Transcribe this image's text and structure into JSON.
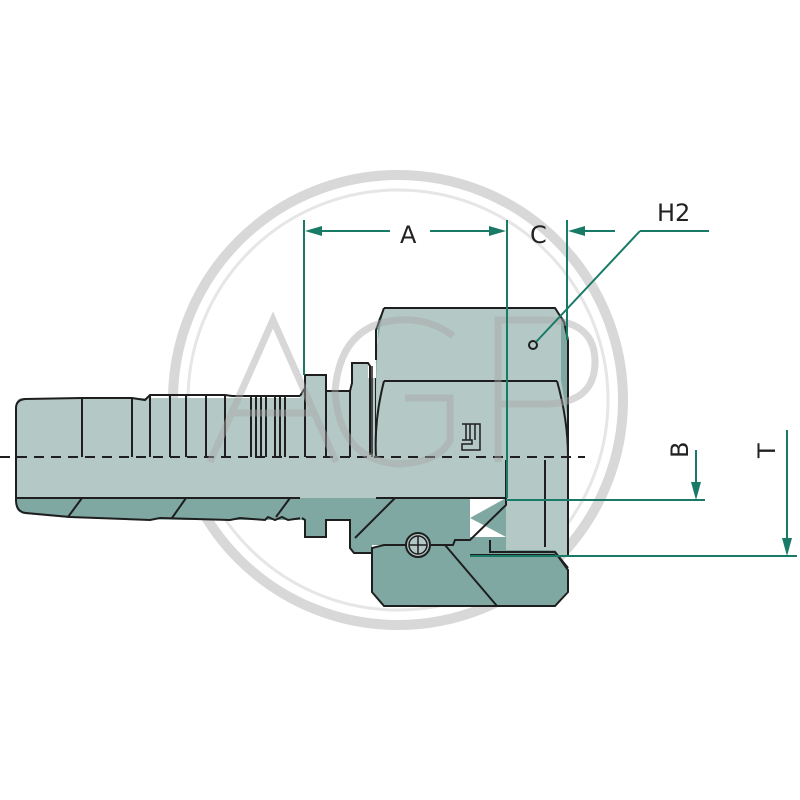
{
  "diagram": {
    "type": "hydraulic hose fitting cross-section",
    "colors": {
      "body_light": "#b4c8c5",
      "body_section": "#7fa8a2",
      "outline": "#1e1e1e",
      "dimension": "#1a7a68",
      "watermark": "#d4d4d4"
    },
    "watermark": {
      "letters": [
        "A",
        "G",
        "P"
      ]
    },
    "dimensions": {
      "A": "A",
      "C": "C",
      "H2": "H2",
      "B": "B",
      "T": "T"
    }
  }
}
